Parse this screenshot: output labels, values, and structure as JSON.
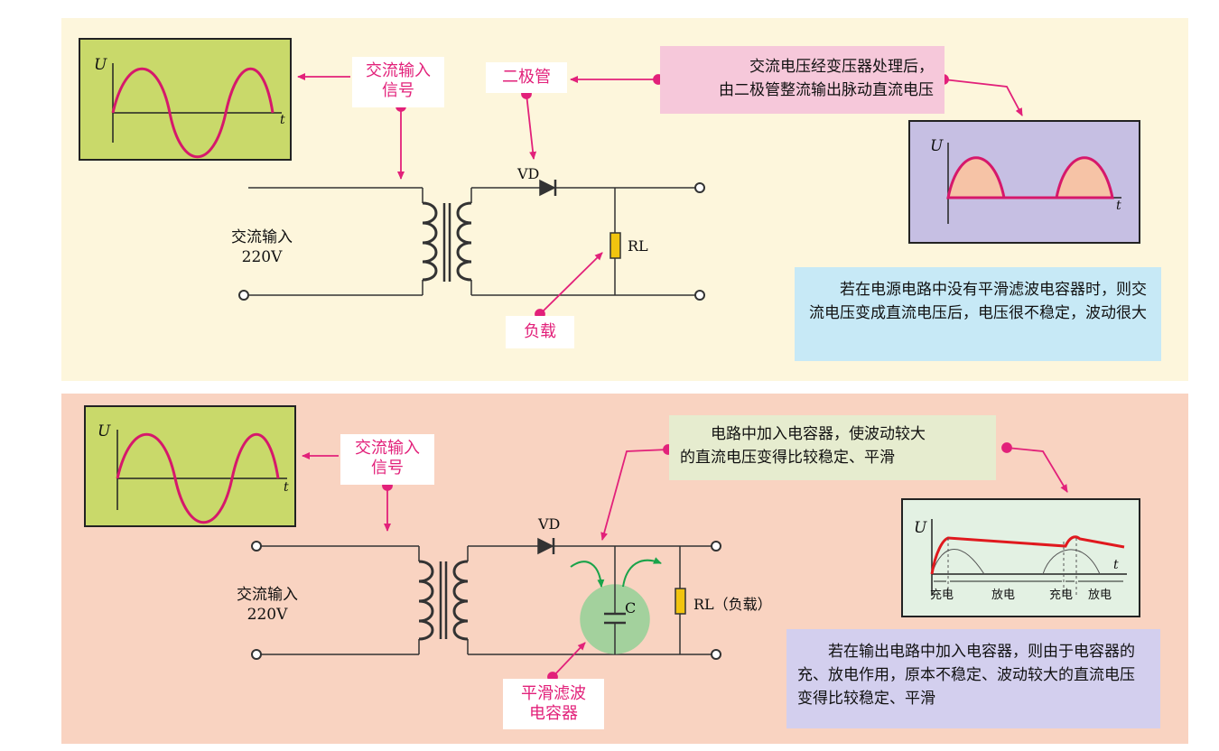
{
  "top": {
    "ac_input_signal": "交流输入\n信号",
    "diode_label": "二极管",
    "load_label": "负载",
    "ac_input": "交流输入\n220V",
    "vd": "VD",
    "rl": "RL",
    "callout": "交流电压经变压器处理后，\n由二极管整流输出脉动直流电压",
    "note": "　　若在电源电路中没有平滑滤波电容器时，则交流电压变成直流电压后，电压很不稳定，波动很大",
    "input_wave": {
      "u": "U",
      "t": "t"
    },
    "output_wave": {
      "u": "U",
      "t": "t"
    }
  },
  "bottom": {
    "ac_input_signal": "交流输入\n信号",
    "smoothing_cap": "平滑滤波\n电容器",
    "ac_input": "交流输入\n220V",
    "vd": "VD",
    "c": "C",
    "rl": "RL（负载）",
    "callout": "　　电路中加入电容器，使波动较大\n的直流电压变得比较稳定、平滑",
    "note": "　　若在输出电路中加入电容器，则由于电容器的充、放电作用，原本不稳定、波动较大的直流电压变得比较稳定、平滑",
    "input_wave": {
      "u": "U",
      "t": "t"
    },
    "output_wave": {
      "u": "U",
      "t": "t",
      "seg1": "充电",
      "seg2": "放电",
      "seg3": "充电",
      "seg4": "放电"
    }
  },
  "colors": {
    "top_panel": "#fdf6dc",
    "bottom_panel": "#f9d3c1",
    "wave_box_green": "#c9d96a",
    "wave_box_lilac": "#c6bfe3",
    "wave_box_mint": "#e3f1e3",
    "sine": "#d6186b",
    "hump_fill": "#f6c3a6",
    "output_red": "#e0191e",
    "pointer": "#e2217a",
    "resistor": "#f1c40f",
    "capacitor_fill": "#9ad19a",
    "callout_pink": "#f6c8da",
    "note_blue": "#c7e9f6",
    "callout_green": "#e6eccf",
    "note_lilac": "#d3cfee"
  }
}
